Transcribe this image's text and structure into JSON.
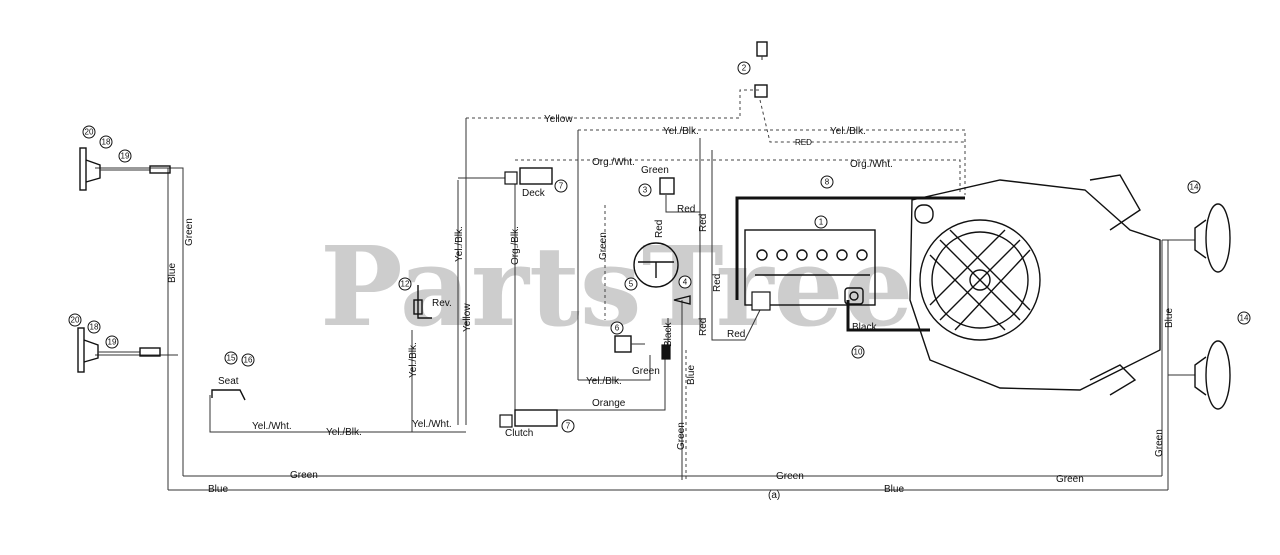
{
  "watermark": "PartsTree",
  "wire_labels": {
    "yellow_top": "Yellow",
    "yel_blk_top": "Yel./Blk.",
    "yel_blk_right": "Yel./Blk.",
    "red_small": "RED",
    "org_wht_left": "Org./Wht.",
    "org_wht_right": "Org./Wht.",
    "green_sw": "Green",
    "red_1": "Red",
    "red_2": "Red",
    "red_vert": "Red",
    "red_vert2": "Red",
    "red_bottom": "Red",
    "red_vert3": "Red",
    "green_left_vert": "Green",
    "yel_blk_vert_mid": "Yel./Blk.",
    "org_blk_vert": "Org./Blk.",
    "yellow_vert": "Yellow",
    "yel_blk_vert_left": "Yel./Blk.",
    "green_far_left": "Green",
    "blue_far_left": "Blue",
    "yel_wht_bottom": "Yel./Wht.",
    "yel_blk_bottom": "Yel./Blk.",
    "yel_wht_bottom2": "Yel./Wht.",
    "yel_blk_mid": "Yel./Blk.",
    "green_mid": "Green",
    "orange": "Orange",
    "black_vert": "Black",
    "blue_vert": "Blue",
    "green_vert_center": "Green",
    "green_bottom_left": "Green",
    "blue_bottom_left": "Blue",
    "green_bottom_mid": "Green",
    "green_bottom_right": "Green",
    "blue_bottom_right": "Blue",
    "blue_right_vert": "Blue",
    "green_right_vert": "Green",
    "black_battery": "Black"
  },
  "component_labels": {
    "deck": "Deck",
    "clutch": "Clutch",
    "rev": "Rev.",
    "seat": "Seat",
    "a": "(a)"
  },
  "callouts": {
    "c2": "2",
    "c3": "3",
    "c1": "1",
    "c4": "4",
    "c5": "5",
    "c6": "6",
    "c7a": "7",
    "c7b": "7",
    "c8": "8",
    "c10": "10",
    "c12": "12",
    "c14a": "14",
    "c14b": "14",
    "c15": "15",
    "c16": "16",
    "c18a": "18",
    "c18b": "18",
    "c19a": "19",
    "c19b": "19",
    "c20a": "20",
    "c20b": "20"
  }
}
